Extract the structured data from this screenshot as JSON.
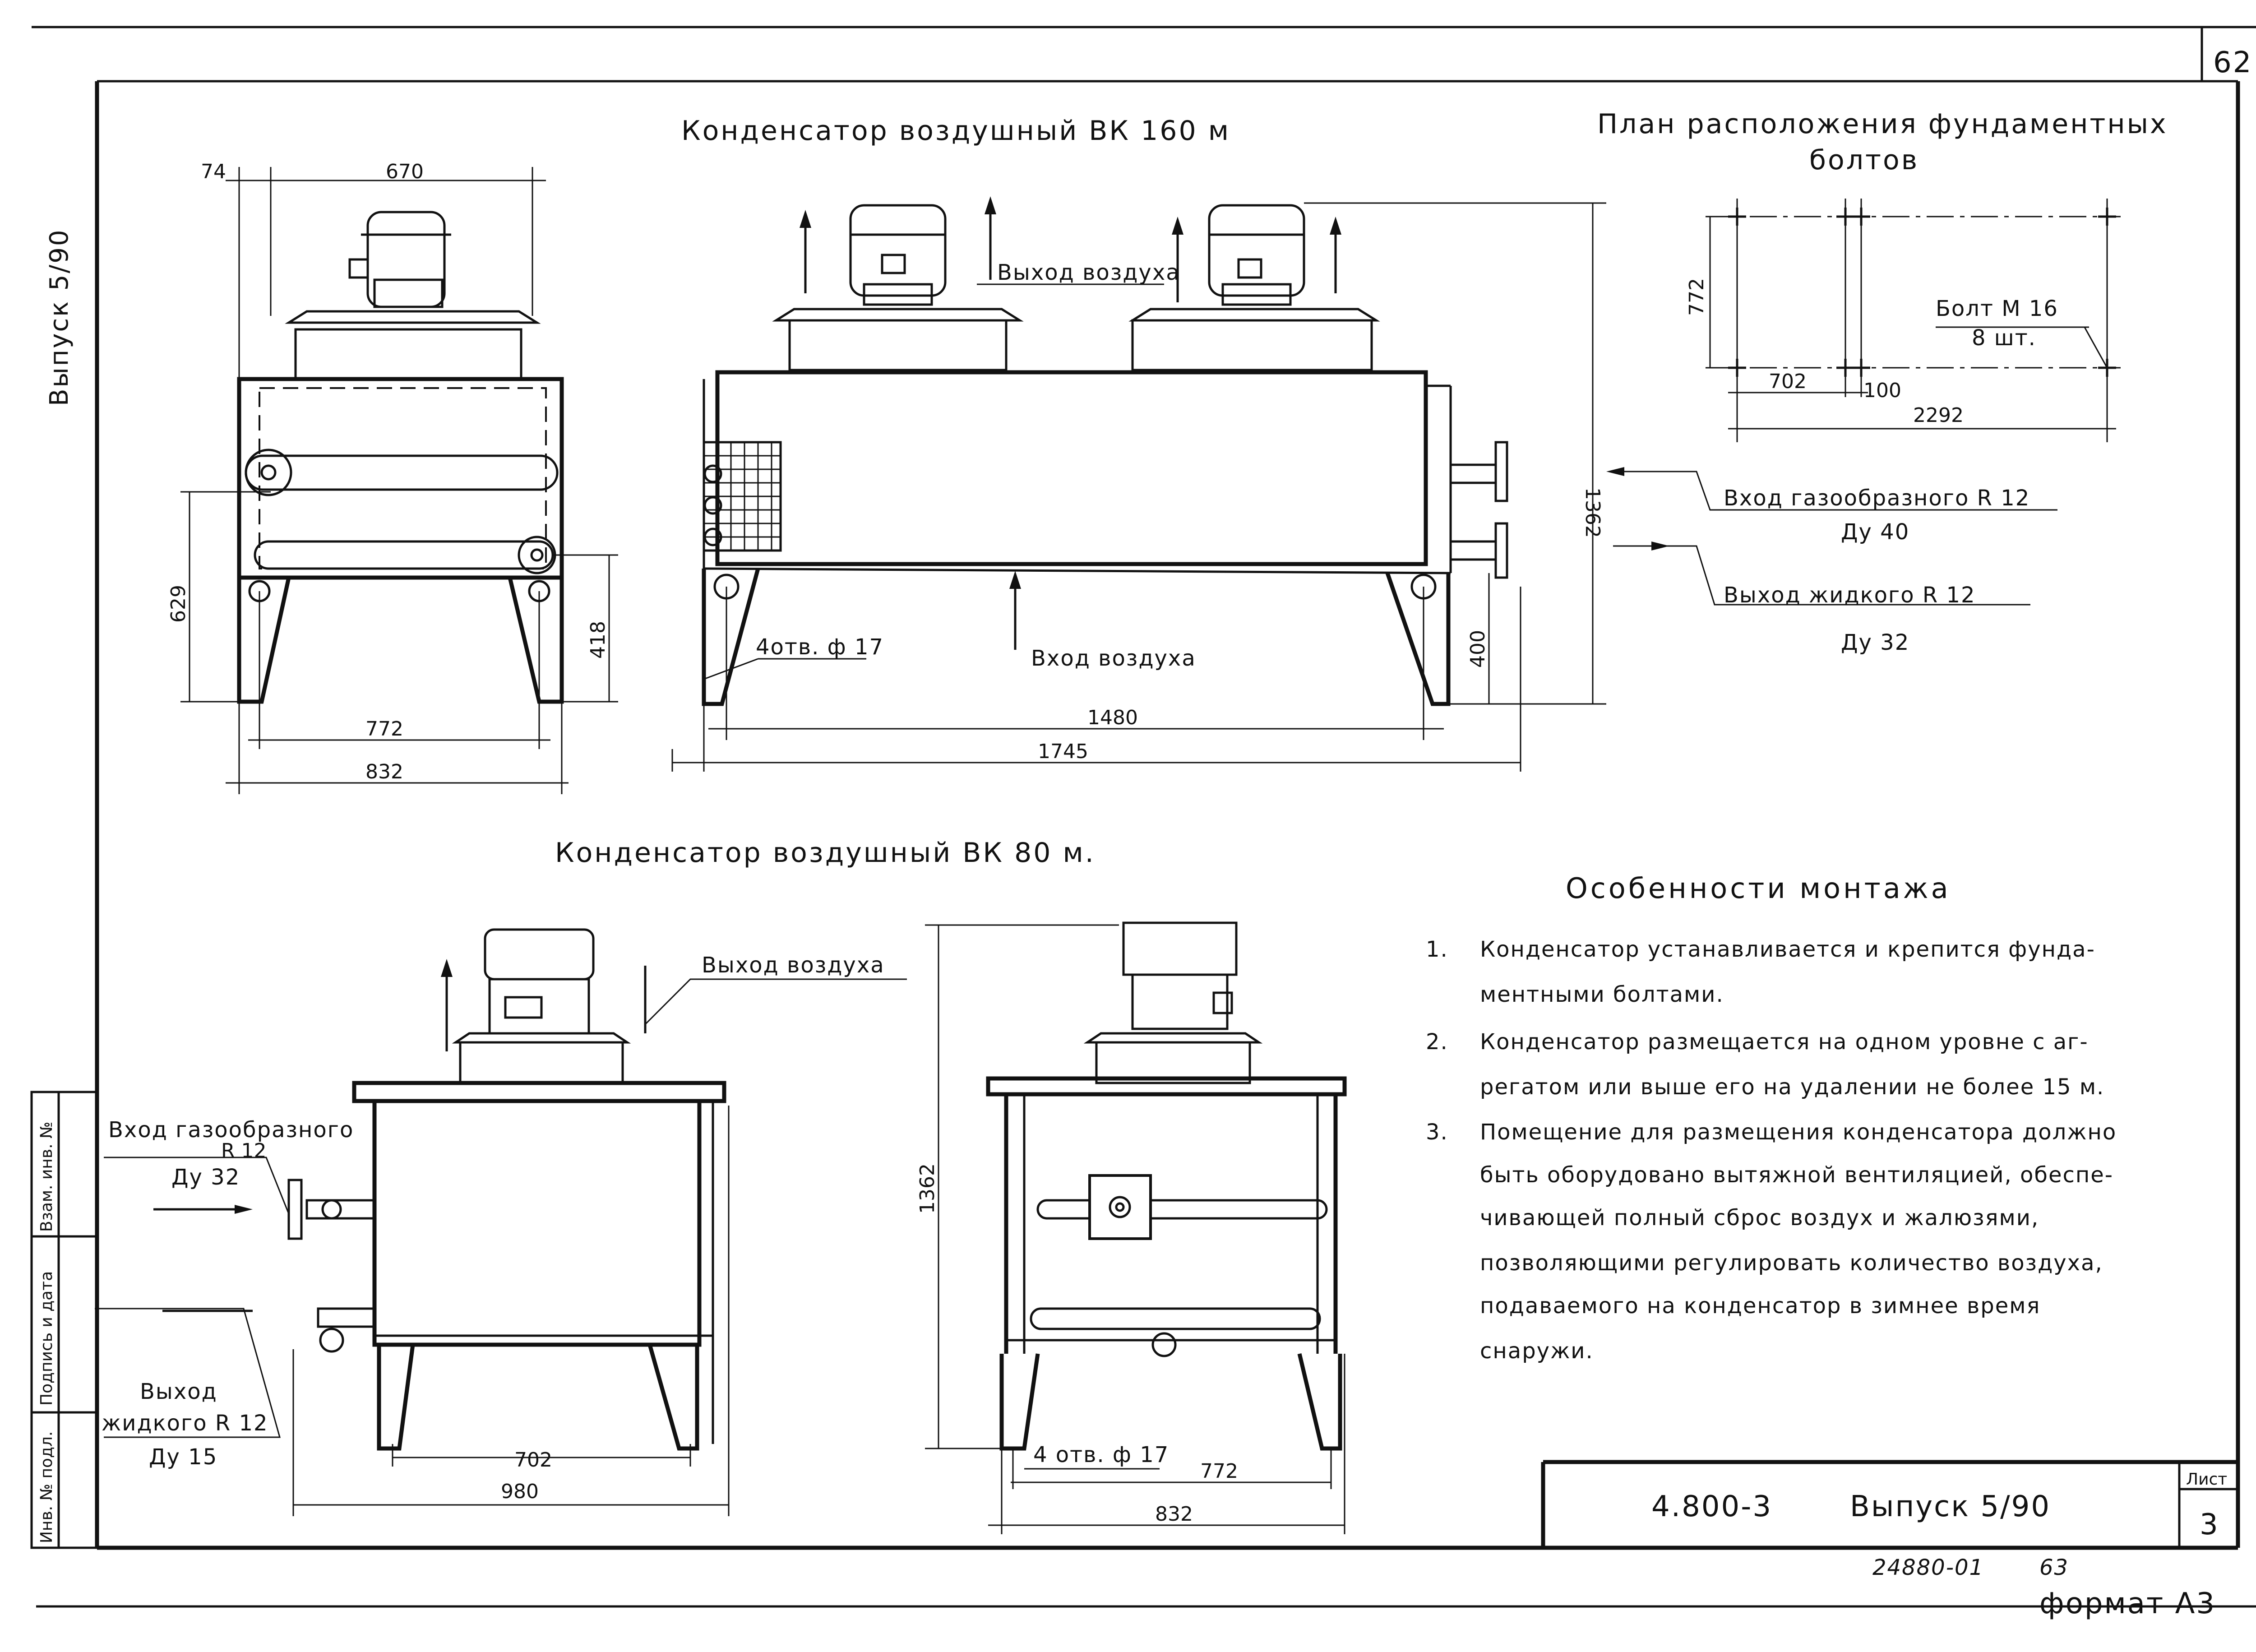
{
  "sheet": {
    "page_number": "62",
    "series_side": "Выпуск 5/90",
    "format": "формат А3",
    "archive_number": "24880-01",
    "archive_page": "63",
    "stamp": {
      "code": "4.800-3",
      "issue": "Выпуск 5/90",
      "sheet_label": "Лист",
      "sheet_number": "3"
    },
    "left_strip": [
      "Инв. № подл.",
      "Подпись и дата",
      "Взам. инв. №"
    ]
  },
  "vk160": {
    "title": "Конденсатор воздушный ВК 160 м",
    "dims": [
      "74",
      "670",
      "629",
      "418",
      "772",
      "832",
      "1362",
      "400",
      "1480",
      "1745"
    ],
    "holes": "4отв. ф 17",
    "air_out": "Выход воздуха",
    "air_in": "Вход воздуха",
    "gas_in": "Вход газообразного R 12",
    "gas_in_dn": "Ду 40",
    "liquid_out": "Выход жидкого R 12",
    "liquid_out_dn": "Ду 32"
  },
  "plan": {
    "title_line1": "План расположения фундаментных",
    "title_line2": "болтов",
    "dims": [
      "772",
      "702",
      "100",
      "2292"
    ],
    "bolt": "Болт М 16",
    "bolt_qty": "8 шт."
  },
  "vk80": {
    "title": "Конденсатор воздушный ВК 80 м.",
    "air_out": "Выход воздуха",
    "gas_in_line1": "Вход газообразного",
    "gas_in_line2": "R 12",
    "gas_in_dn": "Ду 32",
    "liquid_out_line1": "Выход",
    "liquid_out_line2": "жидкого R 12",
    "liquid_out_dn": "Ду 15",
    "dims": [
      "702",
      "980",
      "1362",
      "772",
      "832"
    ],
    "holes": "4 отв. ф 17"
  },
  "notes": {
    "title": "Особенности монтажа",
    "items": [
      {
        "n": "1.",
        "lines": [
          "Конденсатор устанавливается и крепится фунда-",
          "ментными болтами."
        ]
      },
      {
        "n": "2.",
        "lines": [
          "Конденсатор размещается на одном уровне с аг-",
          "регатом или выше его на удалении не более 15 м."
        ]
      },
      {
        "n": "3.",
        "lines": [
          "Помещение для размещения конденсатора должно",
          "быть оборудовано вытяжной вентиляцией, обеспе-",
          "чивающей полный сброс воздух и жалюзями,",
          "позволяющими регулировать количество воздуха,",
          "подаваемого на конденсатор в зимнее время",
          "снаружи."
        ]
      }
    ]
  }
}
